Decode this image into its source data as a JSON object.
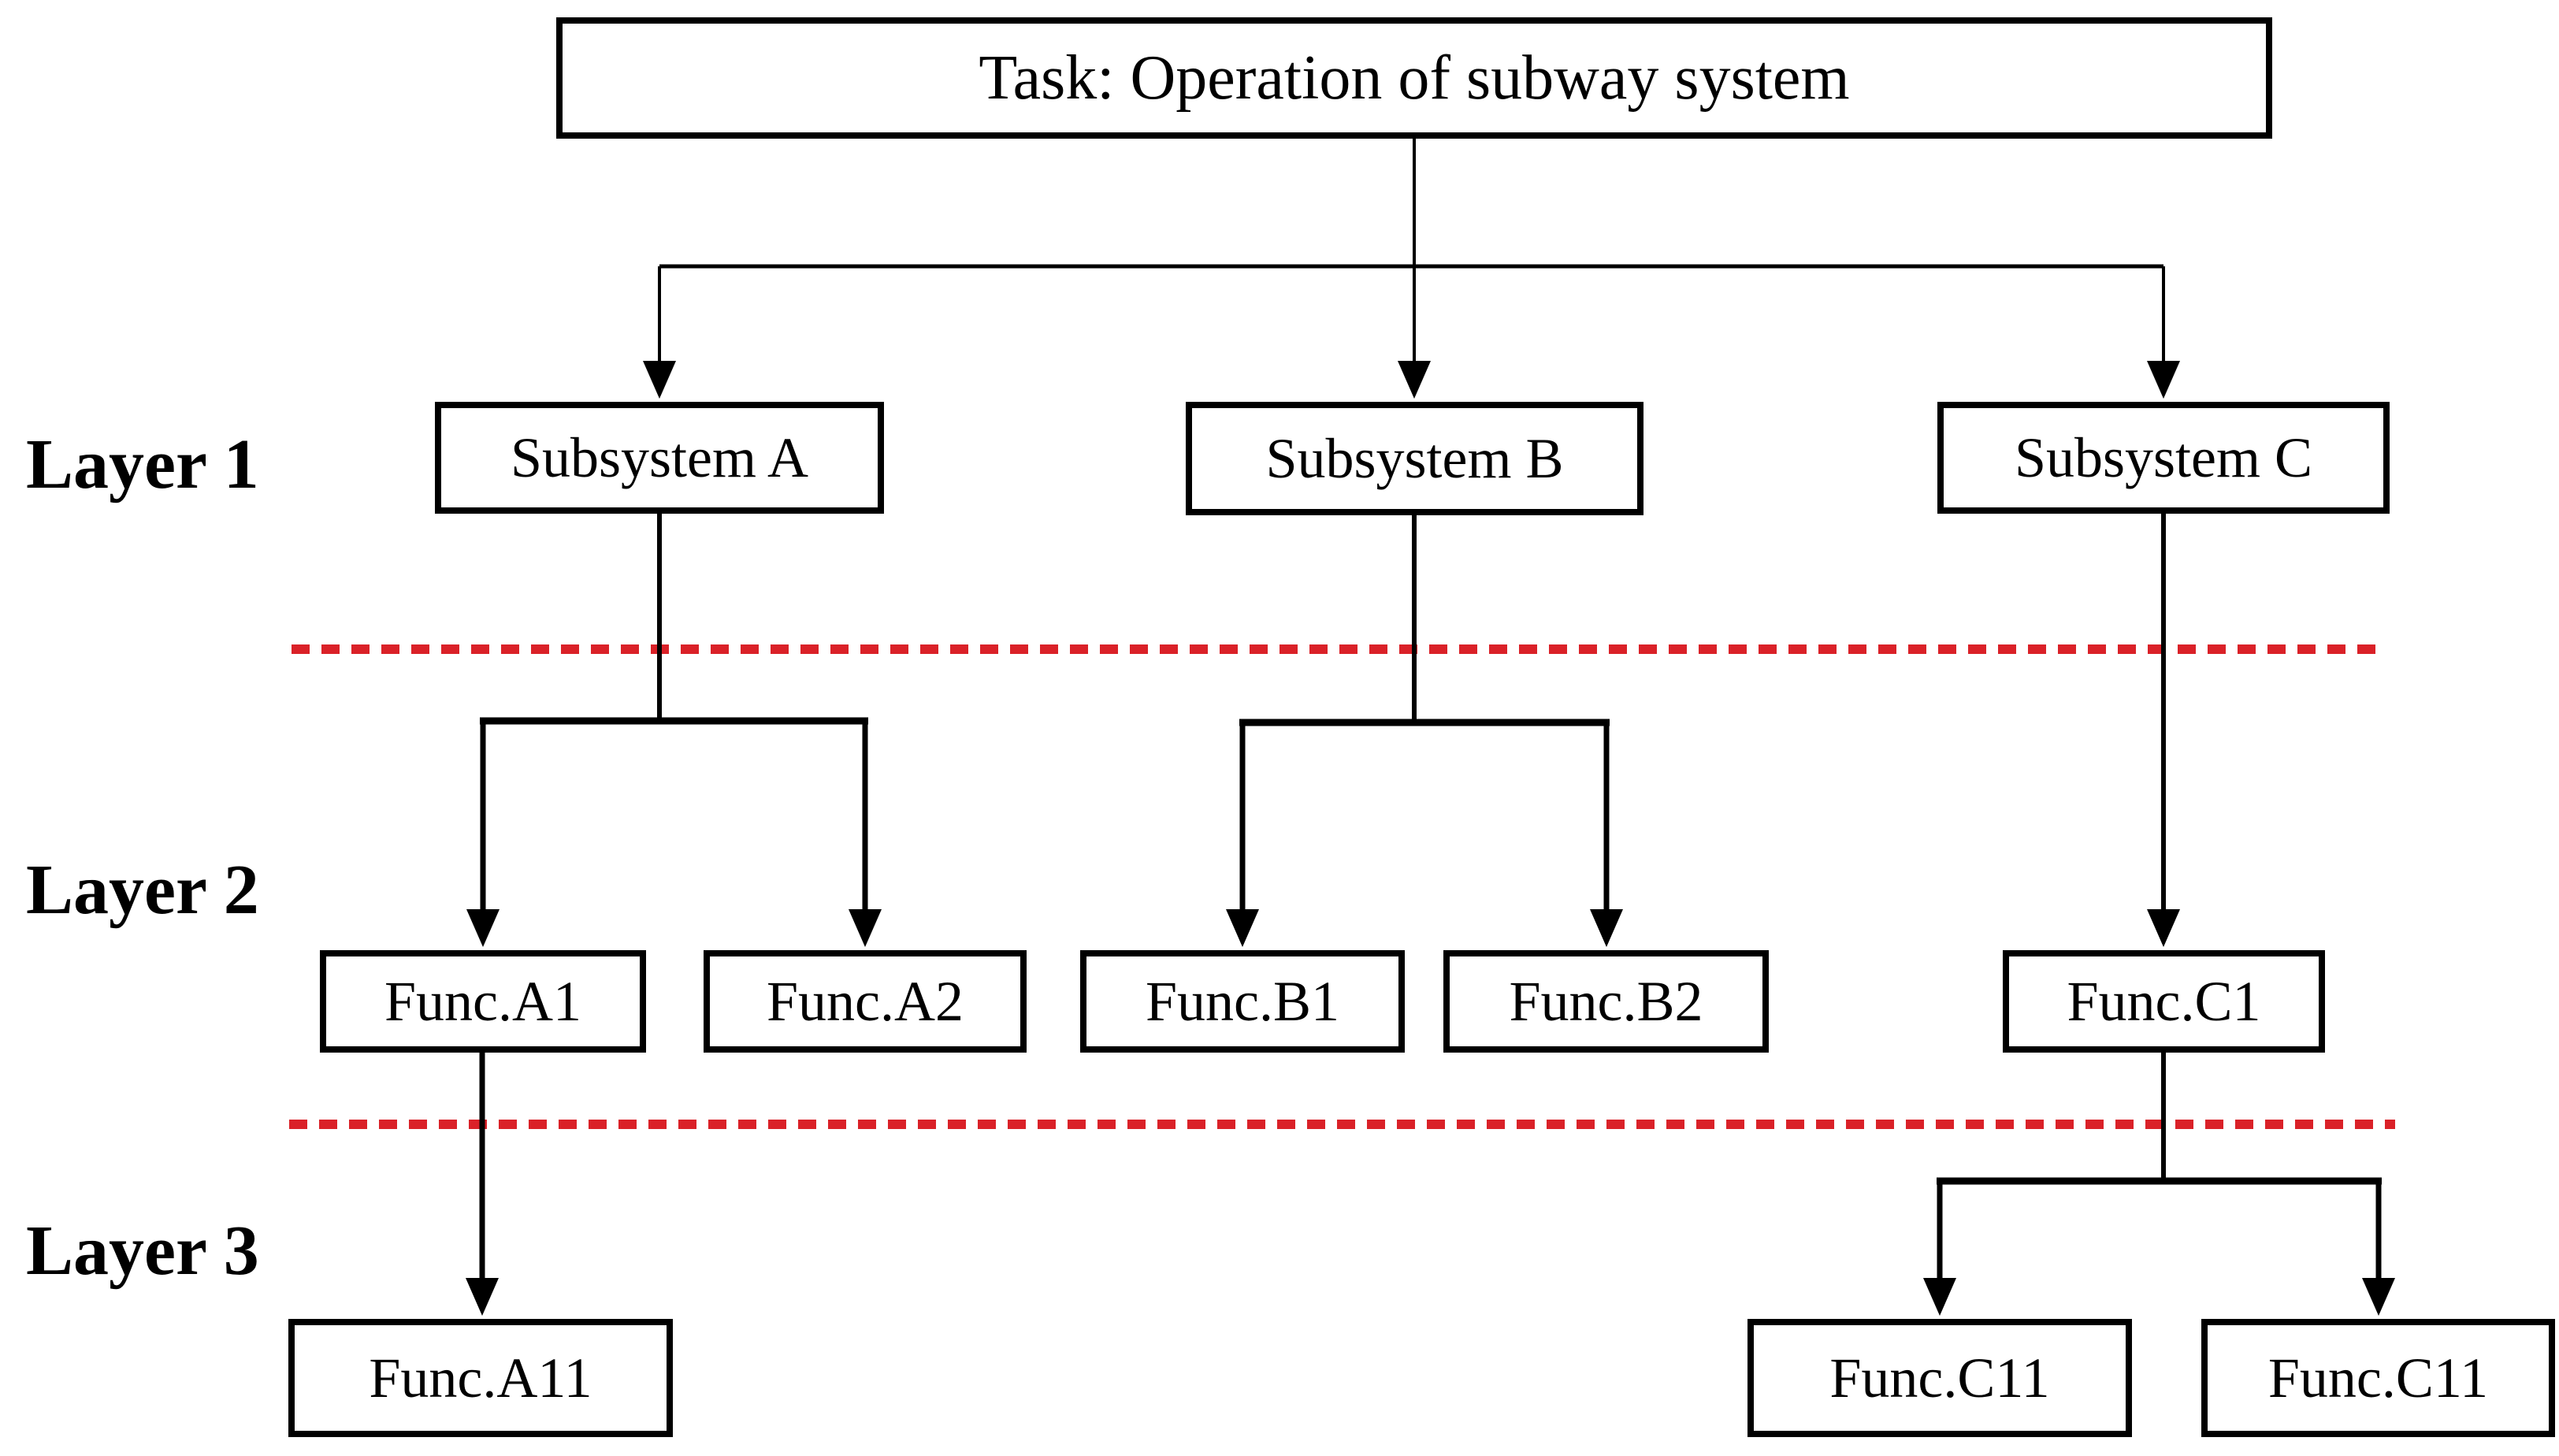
{
  "colors": {
    "background": "#ffffff",
    "line_black": "#000000",
    "box_border": "#000000",
    "text": "#000000",
    "layer_separator_red": "#da2128"
  },
  "nodes": {
    "task": {
      "label": "Task: Operation of subway system"
    },
    "subsystem_a": {
      "label": "Subsystem A"
    },
    "subsystem_b": {
      "label": "Subsystem B"
    },
    "subsystem_c": {
      "label": "Subsystem C"
    },
    "func_a1": {
      "label": "Func.A1"
    },
    "func_a2": {
      "label": "Func.A2"
    },
    "func_b1": {
      "label": "Func.B1"
    },
    "func_b2": {
      "label": "Func.B2"
    },
    "func_c1": {
      "label": "Func.C1"
    },
    "func_a11": {
      "label": "Func.A11"
    },
    "func_c11_left": {
      "label": "Func.C11"
    },
    "func_c11_right": {
      "label": "Func.C11"
    }
  },
  "layer_labels": {
    "layer1": "Layer 1",
    "layer2": "Layer 2",
    "layer3": "Layer 3"
  },
  "edges": [
    {
      "from": "task",
      "to": "subsystem_a"
    },
    {
      "from": "task",
      "to": "subsystem_b"
    },
    {
      "from": "task",
      "to": "subsystem_c"
    },
    {
      "from": "subsystem_a",
      "to": "func_a1"
    },
    {
      "from": "subsystem_a",
      "to": "func_a2"
    },
    {
      "from": "subsystem_b",
      "to": "func_b1"
    },
    {
      "from": "subsystem_b",
      "to": "func_b2"
    },
    {
      "from": "subsystem_c",
      "to": "func_c1"
    },
    {
      "from": "func_a1",
      "to": "func_a11"
    },
    {
      "from": "func_c1",
      "to": "func_c11_left"
    },
    {
      "from": "func_c1",
      "to": "func_c11_right"
    }
  ]
}
